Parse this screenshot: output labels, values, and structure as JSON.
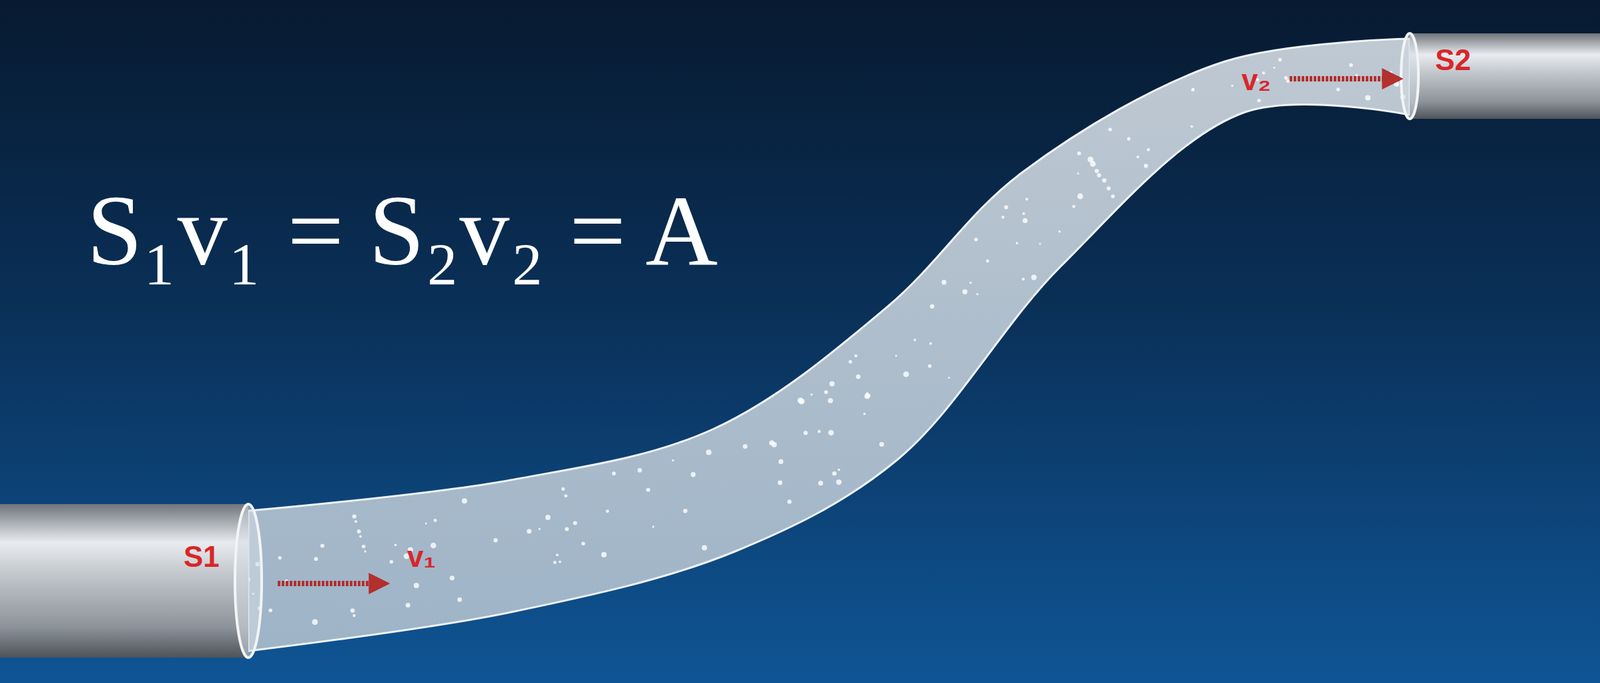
{
  "diagram": {
    "labels": [
      "S₁v₁ = S₂v₂ = A",
      "S1",
      "v₁",
      "v₂",
      "S2"
    ]
  }
}
